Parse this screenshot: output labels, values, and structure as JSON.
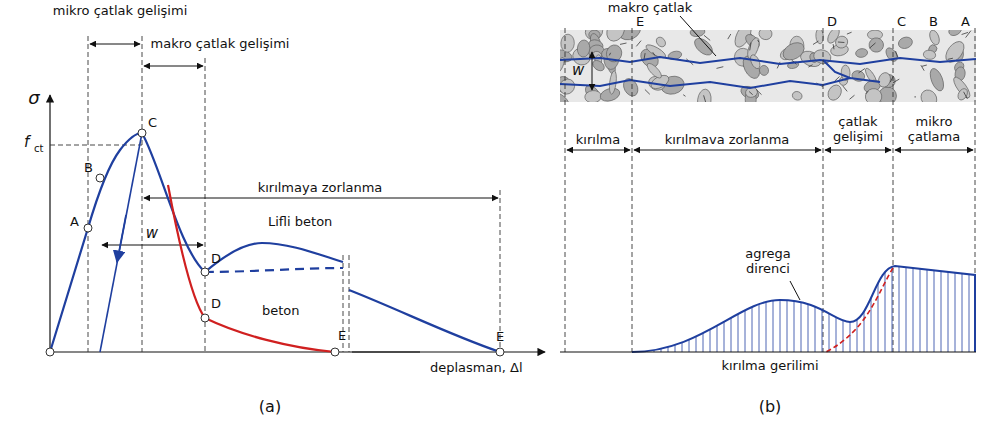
{
  "diagram": {
    "labels": [
      "mikro çatlak gelişimi",
      "makro çatlak gelişimi",
      "σ",
      "f",
      "ct",
      "A",
      "B",
      "C",
      "kırılmaya zorlanma",
      "w",
      "Lifli beton",
      "D",
      "D",
      "beton",
      "E",
      "E",
      "deplasman, Δl",
      "(a)",
      "makro çatlak",
      "E",
      "D",
      "C",
      "B",
      "A",
      "w",
      "kırılma",
      "kırılmava zorlanma",
      "çatlak gelişimi",
      "mikro çatlama",
      "agrega direnci",
      "kırılma gerilimi",
      "(b)"
    ]
  }
}
